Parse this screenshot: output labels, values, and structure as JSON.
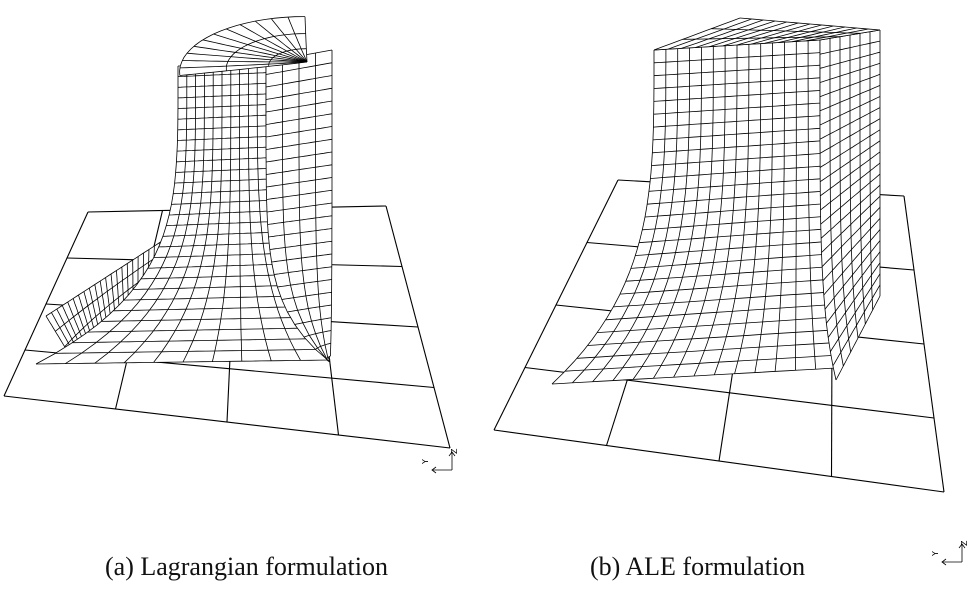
{
  "panels": [
    {
      "caption": "(a) Lagrangian formulation",
      "axes": {
        "y": "Y",
        "z": "Z"
      }
    },
    {
      "caption": "(b) ALE formulation",
      "axes": {
        "y": "Y",
        "z": "Z"
      }
    }
  ],
  "colors": {
    "background": "#ffffff",
    "line": "#000000"
  }
}
